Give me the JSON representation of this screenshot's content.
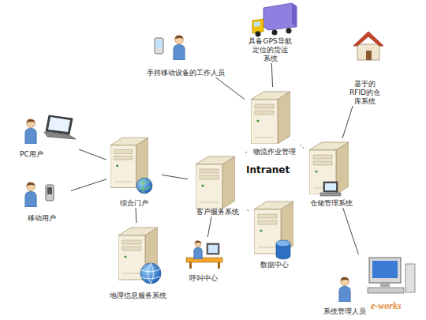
{
  "diagram": {
    "nodes": [
      {
        "text": [
          "具备GPS导航 定位的货运 系统"
        ]
      },
      {
        "text": [
          "手持移动设备的工作人员"
        ]
      },
      {
        "text": [
          "基于的 RFID的仓 库系统"
        ]
      },
      {
        "text": [
          "PC用户"
        ]
      },
      {
        "text": [
          "移动用户"
        ]
      },
      {
        "text": [
          "综合门户"
        ]
      },
      {
        "text": [
          "物流作业管理"
        ]
      },
      {
        "text": [
          "客户服务系统"
        ]
      },
      {
        "text": [
          "仓储管理系统"
        ]
      },
      {
        "text": [
          "数据中心"
        ]
      },
      {
        "text": [
          "地理信息服务系统"
        ]
      },
      {
        "text": [
          "呼叫中心"
        ]
      },
      {
        "text": [
          "系统管理人员"
        ]
      }
    ],
    "edges": [
      {
        "from": 0,
        "to": 6,
        "arrow": "none"
      },
      {
        "from": 1,
        "to": 6,
        "arrow": "none"
      },
      {
        "from": 2,
        "to": 8,
        "arrow": "none"
      },
      {
        "from": 3,
        "to": 5,
        "arrow": "none"
      },
      {
        "from": 4,
        "to": 5,
        "arrow": "none"
      },
      {
        "from": 5,
        "to": 7,
        "arrow": "none"
      },
      {
        "from": 5,
        "to": 10,
        "arrow": "none"
      },
      {
        "from": 7,
        "to": 11,
        "arrow": "none"
      },
      {
        "from": 7,
        "to": 6,
        "arrow": "none"
      },
      {
        "from": 6,
        "to": 8,
        "arrow": "none"
      },
      {
        "from": 8,
        "to": 9,
        "arrow": "none"
      },
      {
        "from": 9,
        "to": 7,
        "arrow": "none"
      },
      {
        "from": 12,
        "to": 8,
        "arrow": "none"
      }
    ],
    "labels": [
      "Intranet",
      "e-works"
    ]
  }
}
